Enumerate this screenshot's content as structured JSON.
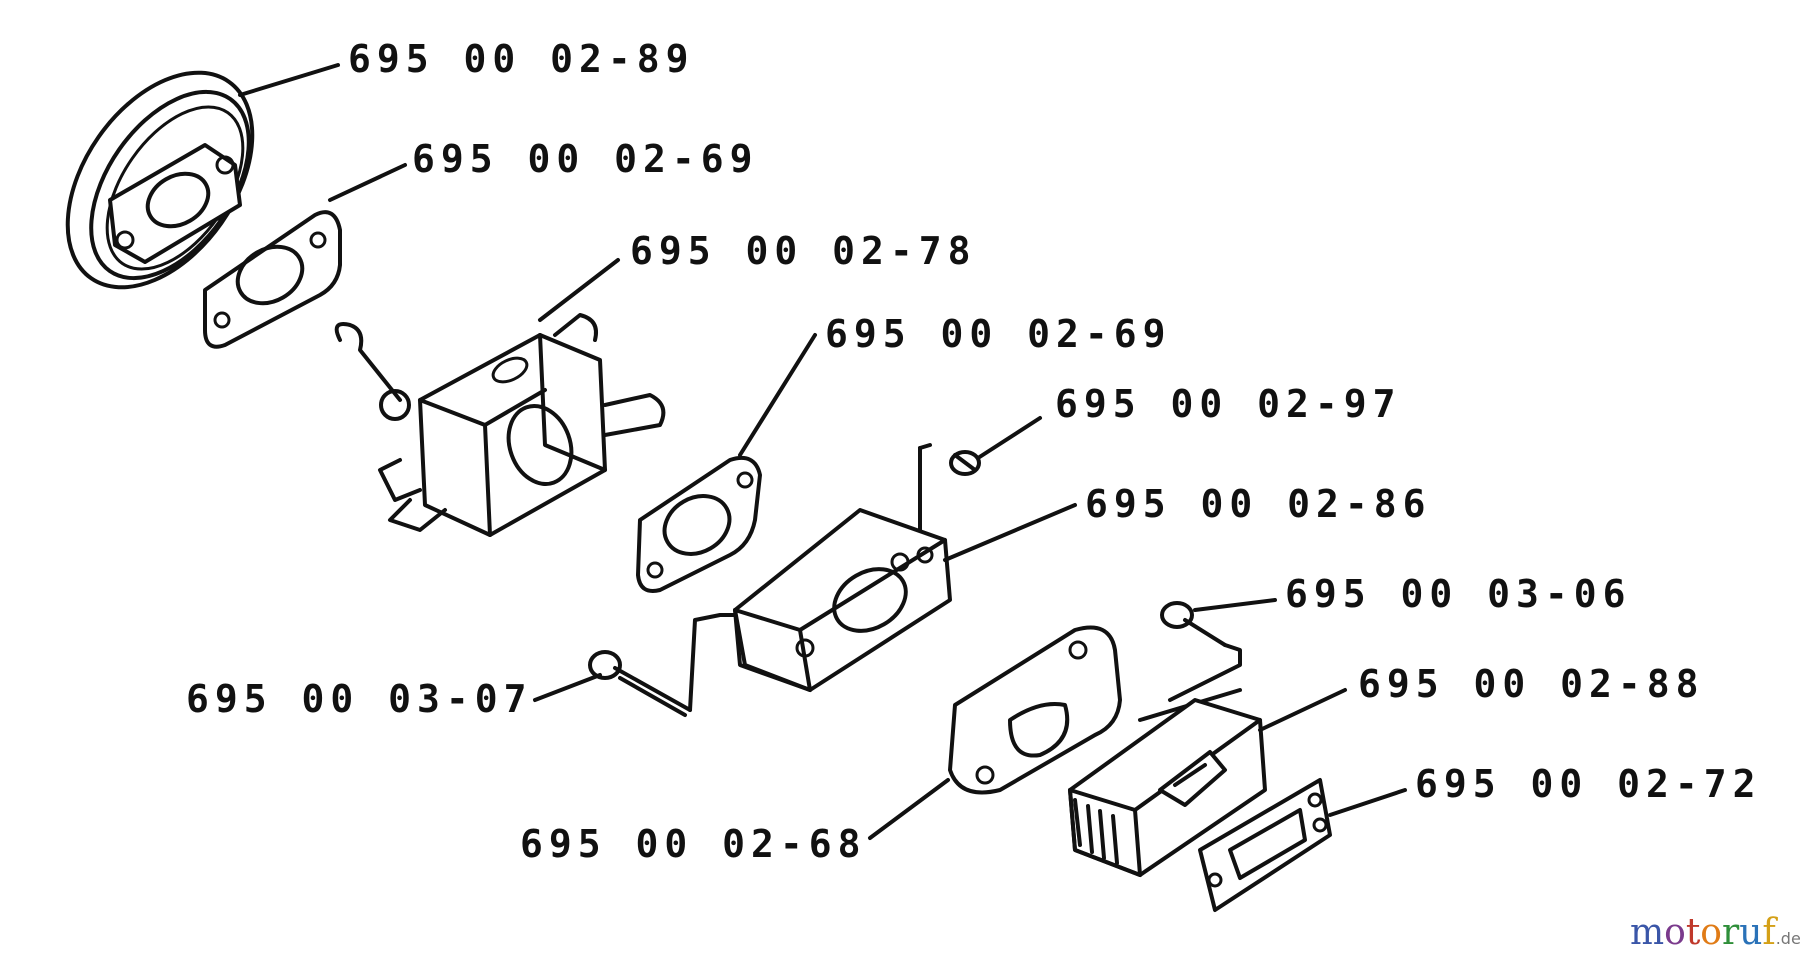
{
  "parts": [
    {
      "id": "part-1",
      "label": "695 00 02-89"
    },
    {
      "id": "part-2",
      "label": "695 00 02-69"
    },
    {
      "id": "part-3",
      "label": "695 00 02-78"
    },
    {
      "id": "part-4",
      "label": "695 00 02-69"
    },
    {
      "id": "part-5",
      "label": "695 00 02-97"
    },
    {
      "id": "part-6",
      "label": "695 00 02-86"
    },
    {
      "id": "part-7",
      "label": "695 00 03-06"
    },
    {
      "id": "part-8",
      "label": "695 00 03-07"
    },
    {
      "id": "part-9",
      "label": "695 00 02-88"
    },
    {
      "id": "part-10",
      "label": "695 00 02-72"
    },
    {
      "id": "part-11",
      "label": "695 00 02-68"
    }
  ],
  "watermark": {
    "letters": [
      "m",
      "o",
      "t",
      "o",
      "r",
      "u",
      "f"
    ],
    "colors": [
      "#3a56a8",
      "#7a3a8c",
      "#c0392b",
      "#e07b16",
      "#2f8f3a",
      "#2a72b8",
      "#d4a017"
    ],
    "suffix": ".de"
  }
}
